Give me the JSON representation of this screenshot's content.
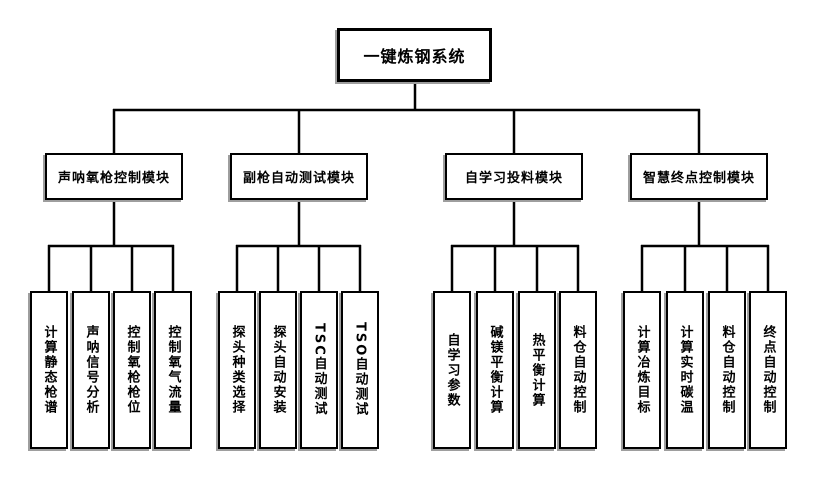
{
  "diagram": {
    "title": "一键炼钢系统",
    "root": {
      "label": "一键炼钢系统"
    },
    "modules": [
      {
        "label": "声呐氧枪控制模块",
        "children": [
          "计算静态枪谱",
          "声呐信号分析",
          "控制氧枪枪位",
          "控制氧气流量"
        ]
      },
      {
        "label": "副枪自动测试模块",
        "children": [
          "探头种类选择",
          "探头自动安装",
          "TSC自动测试",
          "TSO自动测试"
        ]
      },
      {
        "label": "自学习投料模块",
        "children": [
          "自学习参数",
          "碱镁平衡计算",
          "热平衡计算",
          "料仓自动控制"
        ]
      },
      {
        "label": "智慧终点控制模块",
        "children": [
          "计算冶炼目标",
          "计算实时碳温",
          "料仓自动控制",
          "终点自动控制"
        ]
      }
    ],
    "colors": {
      "line": "#000000",
      "box_border": "#000000",
      "box_fill": "#ffffff",
      "shadow": "#9e9e9e",
      "background": "#ffffff"
    }
  }
}
